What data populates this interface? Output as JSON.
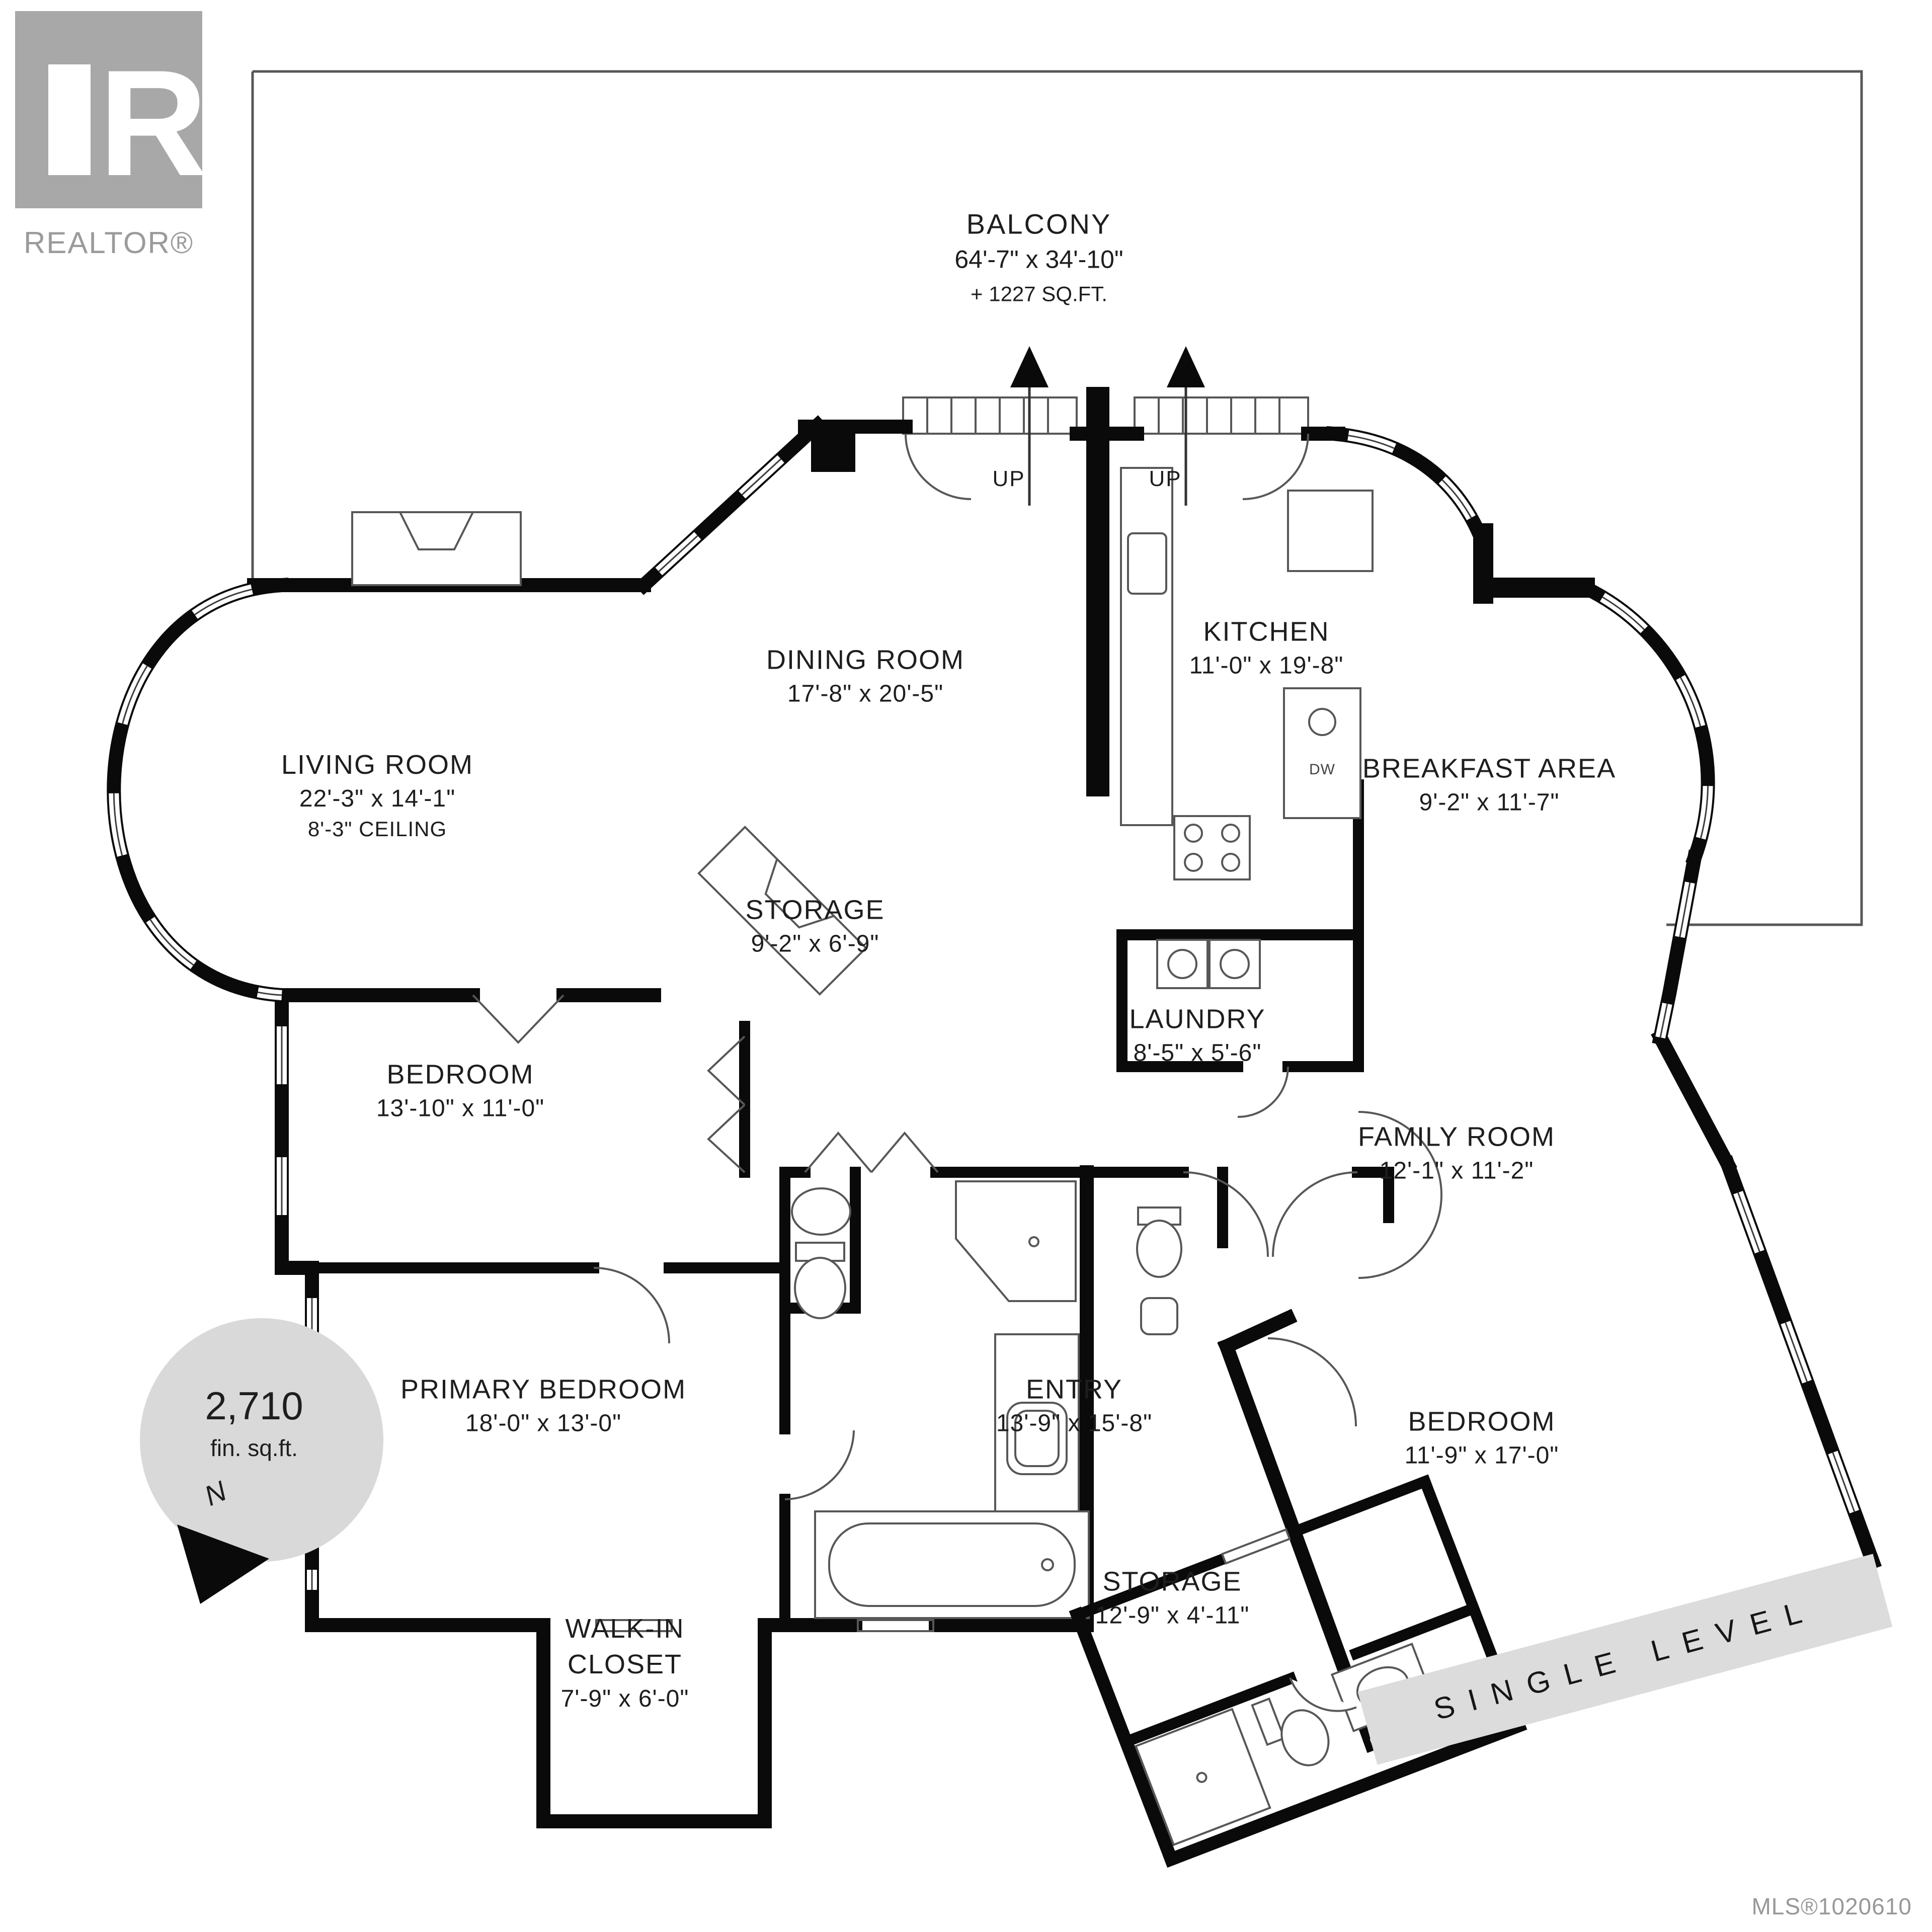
{
  "branding": {
    "logo_letter": "R",
    "wordmark": "REALTOR®",
    "mls": "MLS®1020610"
  },
  "balcony": {
    "name": "BALCONY",
    "dims": "64'-7\" x 34'-10\"",
    "extra": "+ 1227 SQ.FT."
  },
  "stairs": {
    "up_left": "UP",
    "up_right": "UP"
  },
  "area": {
    "value": "2,710",
    "unit": "fin. sq.ft.",
    "north": "N"
  },
  "banner": {
    "text": "SINGLE LEVEL"
  },
  "appliances": {
    "dishwasher": "DW"
  },
  "rooms": [
    {
      "id": "living",
      "name": "LIVING ROOM",
      "dims": "22'-3\" x 14'-1\"",
      "note": "8'-3\" CEILING"
    },
    {
      "id": "dining",
      "name": "DINING ROOM",
      "dims": "17'-8\" x 20'-5\""
    },
    {
      "id": "kitchen",
      "name": "KITCHEN",
      "dims": "11'-0\" x 19'-8\""
    },
    {
      "id": "breakfast",
      "name": "BREAKFAST AREA",
      "dims": "9'-2\" x 11'-7\""
    },
    {
      "id": "storage-upper",
      "name": "STORAGE",
      "dims": "9'-2\" x 6'-9\""
    },
    {
      "id": "laundry",
      "name": "LAUNDRY",
      "dims": "8'-5\" x 5'-6\""
    },
    {
      "id": "family",
      "name": "FAMILY ROOM",
      "dims": "12'-1\" x 11'-2\""
    },
    {
      "id": "bedroom-left",
      "name": "BEDROOM",
      "dims": "13'-10\" x 11'-0\""
    },
    {
      "id": "primary",
      "name": "PRIMARY BEDROOM",
      "dims": "18'-0\" x 13'-0\""
    },
    {
      "id": "entry",
      "name": "ENTRY",
      "dims": "13'-9\" x 15'-8\""
    },
    {
      "id": "bedroom-right",
      "name": "BEDROOM",
      "dims": "11'-9\" x 17'-0\""
    },
    {
      "id": "walkin",
      "name_line1": "WALK-IN",
      "name_line2": "CLOSET",
      "dims": "7'-9\" x 6'-0\""
    },
    {
      "id": "storage-lower",
      "name": "STORAGE",
      "dims": "12'-9\" x 4'-11\""
    }
  ]
}
